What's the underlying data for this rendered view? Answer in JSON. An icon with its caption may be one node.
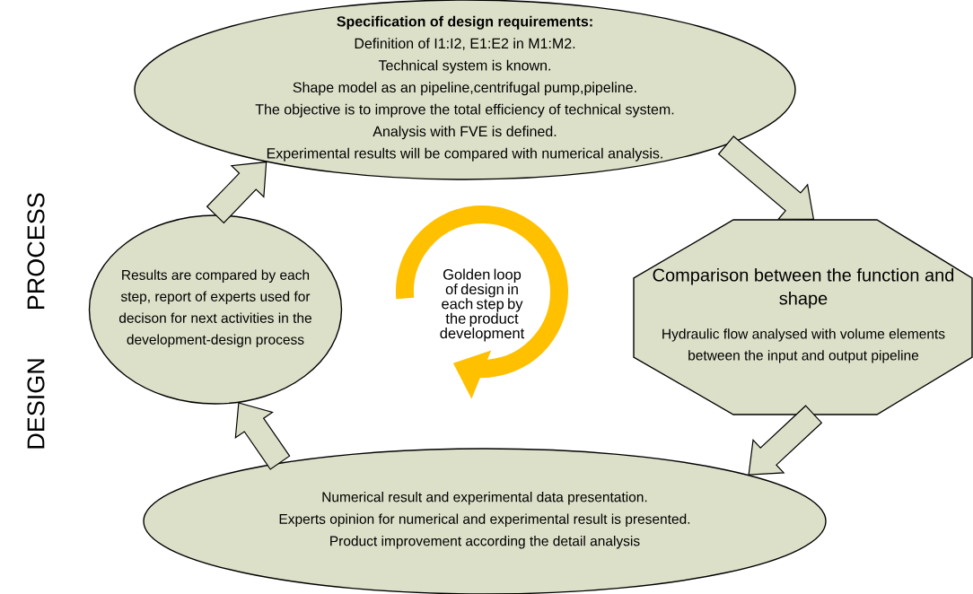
{
  "diagram": {
    "nodes": [
      {
        "text": [
          "Specification of design requirements:",
          "Definition of I1:I2, E1:E2 in M1:M2.",
          "Technical system is known.",
          "Shape model as an pipeline,centrifugal pump,pipeline.",
          "The objective is to improve the total efficiency of technical system.",
          "Analysis with FVE is defined.",
          "Experimental results will be compared with numerical analysis."
        ]
      },
      {
        "text": [
          "Comparison between the function and shape",
          "Hydraulic flow analysed with volume elements between the input and output pipeline"
        ]
      },
      {
        "text": [
          "Numerical result and experimental data presentation.",
          "Experts opinion for numerical and experimental result is presented.",
          "Product improvement according the detail analysis"
        ]
      },
      {
        "text": [
          "Results are compared by each step, report of experts used for decison for next activities in the development-design process"
        ]
      }
    ],
    "edges": [
      {
        "from": 0,
        "to": 1,
        "arrow": "to"
      },
      {
        "from": 1,
        "to": 2,
        "arrow": "to"
      },
      {
        "from": 2,
        "to": 3,
        "arrow": "to"
      },
      {
        "from": 3,
        "to": 0,
        "arrow": "to"
      }
    ],
    "labels": [
      "DESIGN PROCESS",
      "Golden loop of design in each step by the product development"
    ]
  }
}
